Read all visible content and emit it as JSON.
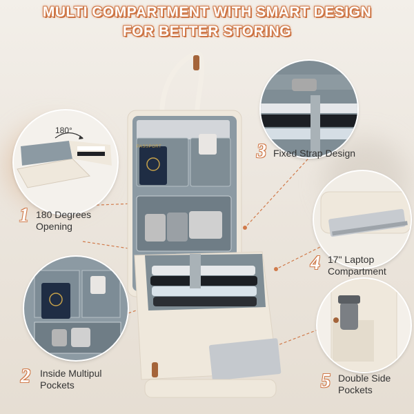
{
  "headline": {
    "line1": "MULTI COMPARTMENT WITH SMART DESIGN",
    "line2": "FOR BETTER STORING"
  },
  "features": [
    {
      "number": "1",
      "line1": "180 Degrees",
      "line2": "Opening"
    },
    {
      "number": "2",
      "line1": "Inside Multipul",
      "line2": "Pockets"
    },
    {
      "number": "3",
      "line1": "Fixed Strap Design",
      "line2": ""
    },
    {
      "number": "4",
      "line1": "17\" Laptop",
      "line2": "Compartment"
    },
    {
      "number": "5",
      "line1": "Double Side",
      "line2": "Pockets"
    }
  ],
  "opening_angle_label": "180°",
  "passport_text": "PASSPORT",
  "colors": {
    "accent_orange": "#d07a4a",
    "bag_cream": "#efe8dc",
    "lining_gray": "#7d8c96",
    "leather_brown": "#a4643a"
  }
}
